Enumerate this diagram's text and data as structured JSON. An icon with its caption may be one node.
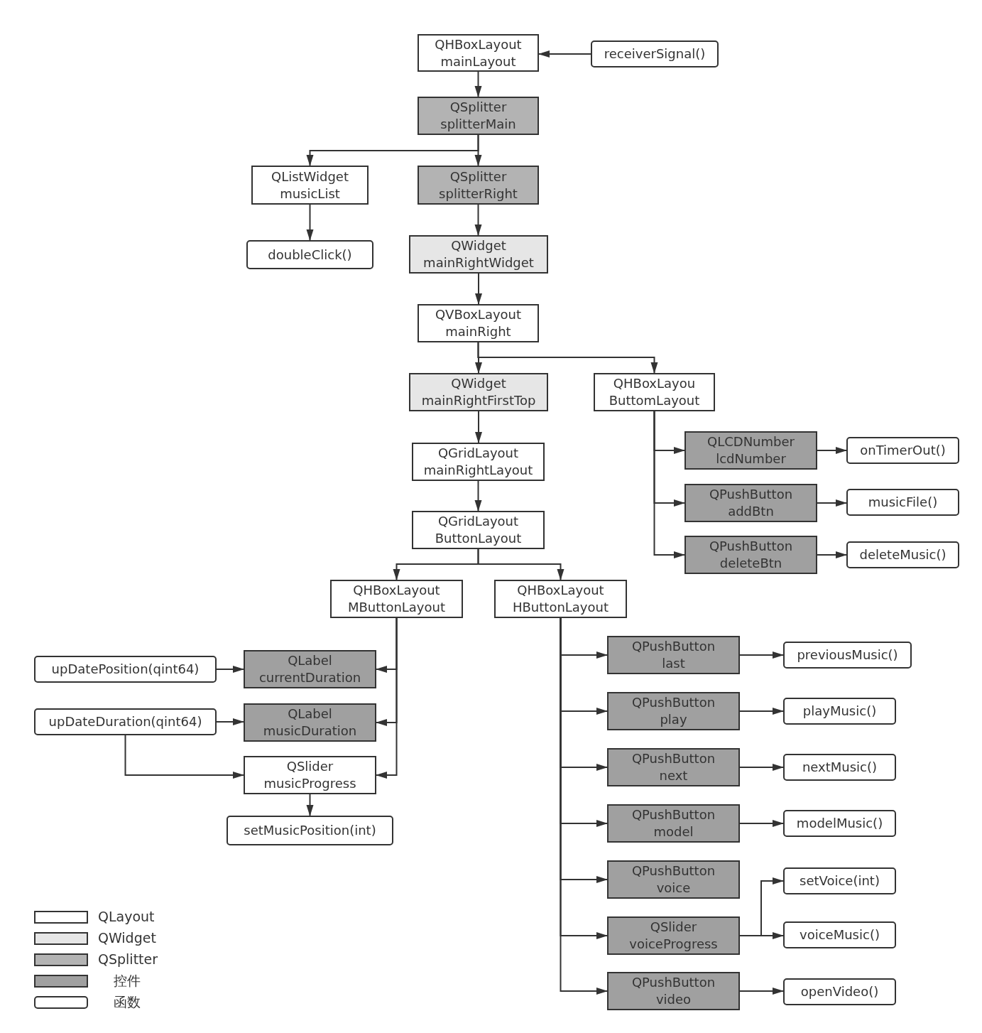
{
  "diagram": {
    "nodes": [
      {
        "text": [
          "QHBoxLayout mainLayout"
        ]
      },
      {
        "text": [
          "receiverSignal()"
        ]
      },
      {
        "text": [
          "QSplitter splitterMain"
        ]
      },
      {
        "text": [
          "QListWidget musicList"
        ]
      },
      {
        "text": [
          "QSplitter splitterRight"
        ]
      },
      {
        "text": [
          "doubleClick()"
        ]
      },
      {
        "text": [
          "QWidget mainRightWidget"
        ]
      },
      {
        "text": [
          "QVBoxLayout mainRight"
        ]
      },
      {
        "text": [
          "QWidget mainRightFirstTop"
        ]
      },
      {
        "text": [
          "QHBoxLayou ButtomLayout"
        ]
      },
      {
        "text": [
          "QLCDNumber lcdNumber"
        ]
      },
      {
        "text": [
          "onTimerOut()"
        ]
      },
      {
        "text": [
          "QPushButton addBtn"
        ]
      },
      {
        "text": [
          "musicFile()"
        ]
      },
      {
        "text": [
          "QPushButton deleteBtn"
        ]
      },
      {
        "text": [
          "deleteMusic()"
        ]
      },
      {
        "text": [
          "QGridLayout mainRightLayout"
        ]
      },
      {
        "text": [
          "QGridLayout ButtonLayout"
        ]
      },
      {
        "text": [
          "QHBoxLayout MButtonLayout"
        ]
      },
      {
        "text": [
          "QHBoxLayout HButtonLayout"
        ]
      },
      {
        "text": [
          "upDatePosition(qint64)"
        ]
      },
      {
        "text": [
          "QLabel currentDuration"
        ]
      },
      {
        "text": [
          "upDateDuration(qint64)"
        ]
      },
      {
        "text": [
          "QLabel musicDuration"
        ]
      },
      {
        "text": [
          "QSlider musicProgress"
        ]
      },
      {
        "text": [
          "setMusicPosition(int)"
        ]
      },
      {
        "text": [
          "QPushButton last"
        ]
      },
      {
        "text": [
          "previousMusic()"
        ]
      },
      {
        "text": [
          "QPushButton play"
        ]
      },
      {
        "text": [
          "playMusic()"
        ]
      },
      {
        "text": [
          "QPushButton next"
        ]
      },
      {
        "text": [
          "nextMusic()"
        ]
      },
      {
        "text": [
          "QPushButton model"
        ]
      },
      {
        "text": [
          "modelMusic()"
        ]
      },
      {
        "text": [
          "QPushButton voice"
        ]
      },
      {
        "text": [
          "setVoice(int)"
        ]
      },
      {
        "text": [
          "QSlider voiceProgress"
        ]
      },
      {
        "text": [
          "voiceMusic()"
        ]
      },
      {
        "text": [
          "QPushButton video"
        ]
      },
      {
        "text": [
          "openVideo()"
        ]
      }
    ],
    "edges": [
      {
        "from": 1,
        "to": 0,
        "arrow": "to"
      },
      {
        "from": 0,
        "to": 2,
        "arrow": "to"
      },
      {
        "from": 2,
        "to": 3,
        "arrow": "to"
      },
      {
        "from": 2,
        "to": 4,
        "arrow": "to"
      },
      {
        "from": 3,
        "to": 5,
        "arrow": "to"
      },
      {
        "from": 4,
        "to": 6,
        "arrow": "to"
      },
      {
        "from": 6,
        "to": 7,
        "arrow": "to"
      },
      {
        "from": 7,
        "to": 8,
        "arrow": "to"
      },
      {
        "from": 7,
        "to": 9,
        "arrow": "to"
      },
      {
        "from": 9,
        "to": 10,
        "arrow": "to"
      },
      {
        "from": 9,
        "to": 12,
        "arrow": "to"
      },
      {
        "from": 9,
        "to": 14,
        "arrow": "to"
      },
      {
        "from": 10,
        "to": 11,
        "arrow": "to"
      },
      {
        "from": 12,
        "to": 13,
        "arrow": "to"
      },
      {
        "from": 14,
        "to": 15,
        "arrow": "to"
      },
      {
        "from": 8,
        "to": 16,
        "arrow": "to"
      },
      {
        "from": 16,
        "to": 17,
        "arrow": "to"
      },
      {
        "from": 17,
        "to": 18,
        "arrow": "to"
      },
      {
        "from": 17,
        "to": 19,
        "arrow": "to"
      },
      {
        "from": 18,
        "to": 21,
        "arrow": "to"
      },
      {
        "from": 18,
        "to": 23,
        "arrow": "to"
      },
      {
        "from": 18,
        "to": 24,
        "arrow": "to"
      },
      {
        "from": 20,
        "to": 21,
        "arrow": "to"
      },
      {
        "from": 22,
        "to": 23,
        "arrow": "to"
      },
      {
        "from": 22,
        "to": 24,
        "arrow": "to"
      },
      {
        "from": 24,
        "to": 25,
        "arrow": "to"
      },
      {
        "from": 19,
        "to": 26,
        "arrow": "to"
      },
      {
        "from": 19,
        "to": 28,
        "arrow": "to"
      },
      {
        "from": 19,
        "to": 30,
        "arrow": "to"
      },
      {
        "from": 19,
        "to": 32,
        "arrow": "to"
      },
      {
        "from": 19,
        "to": 34,
        "arrow": "to"
      },
      {
        "from": 19,
        "to": 36,
        "arrow": "to"
      },
      {
        "from": 19,
        "to": 38,
        "arrow": "to"
      },
      {
        "from": 26,
        "to": 27,
        "arrow": "to"
      },
      {
        "from": 28,
        "to": 29,
        "arrow": "to"
      },
      {
        "from": 30,
        "to": 31,
        "arrow": "to"
      },
      {
        "from": 32,
        "to": 33,
        "arrow": "to"
      },
      {
        "from": 36,
        "to": 35,
        "arrow": "to"
      },
      {
        "from": 36,
        "to": 37,
        "arrow": "to"
      },
      {
        "from": 38,
        "to": 39,
        "arrow": "to"
      }
    ],
    "legend": [
      {
        "text": "QLayout",
        "color": "#ffffff"
      },
      {
        "text": "QWidget",
        "color": "#e6e6e6"
      },
      {
        "text": "QSplitter",
        "color": "#b3b3b3"
      },
      {
        "text": "控件",
        "color": "#a0a0a0"
      },
      {
        "text": "函数"
      }
    ]
  }
}
